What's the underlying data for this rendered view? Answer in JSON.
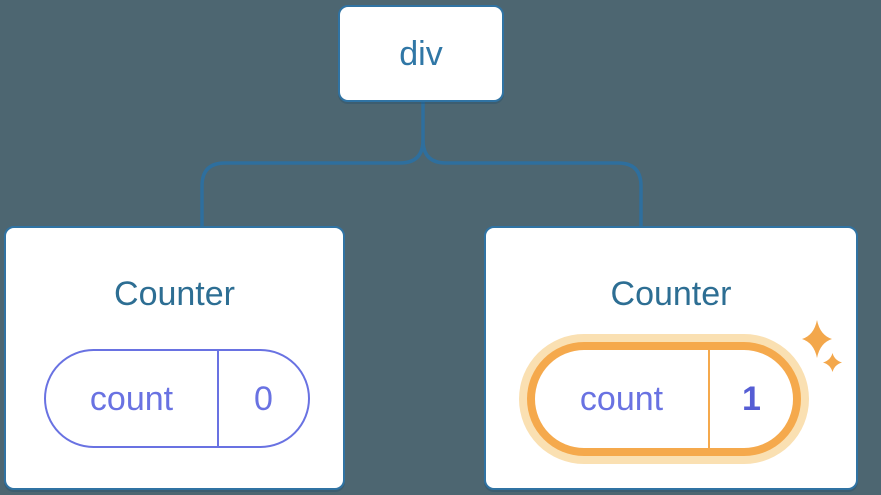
{
  "diagram": {
    "type": "react-component-tree",
    "root_node": {
      "label": "div"
    },
    "counters": [
      {
        "title": "Counter",
        "state_key": "count",
        "state_value": "0",
        "highlighted": false
      },
      {
        "title": "Counter",
        "state_key": "count",
        "state_value": "1",
        "highlighted": true
      }
    ]
  },
  "icons": {
    "sparkle": "sparkle-icon"
  },
  "colors": {
    "background": "#4D6671",
    "node_border": "#3073A3",
    "node_text": "#3077A6",
    "title_text": "#2D6E93",
    "state_purple": "#6972E2",
    "state_value_bold": "#555DD4",
    "highlight_orange": "#F5A94C",
    "highlight_glow": "#FAE0B2",
    "sparkle": "#F3A74B",
    "connector": "#2E6F9E"
  }
}
